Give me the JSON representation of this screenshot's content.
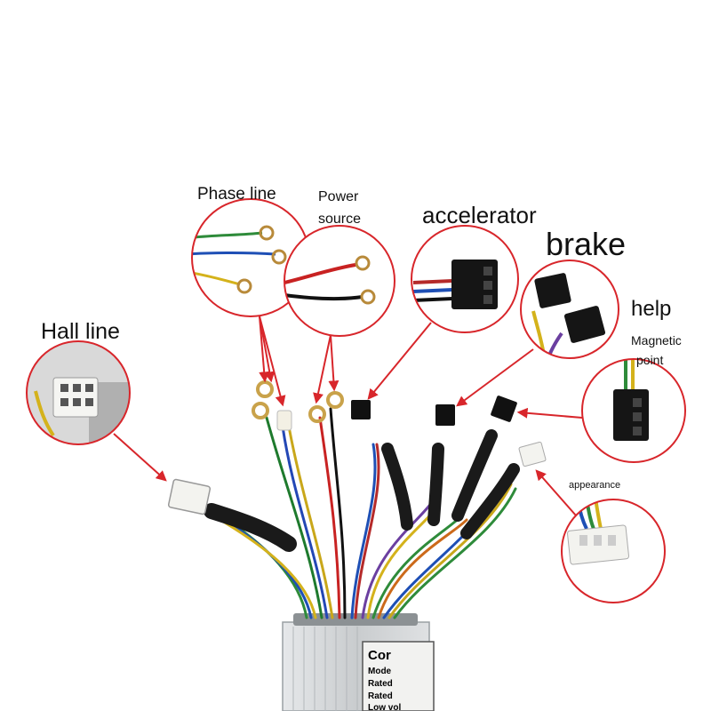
{
  "labels": {
    "phase_line": "Phase line",
    "power_source_line1": "Power",
    "power_source_line2": "source",
    "accelerator": "accelerator",
    "brake": "brake",
    "help": "help",
    "magnetic_point_line1": "Magnetic",
    "magnetic_point_line2": "point",
    "hall_line": "Hall line",
    "appearance": "appearance"
  },
  "controller_plate": {
    "lines": [
      "Cor",
      "Mode",
      "Rated",
      "Rated",
      "Low vol"
    ]
  },
  "colors": {
    "callout_border": "#d8262b",
    "arrow": "#d8262b",
    "sleeve": "#1a1a1a",
    "housing": "#cfd2d4"
  }
}
